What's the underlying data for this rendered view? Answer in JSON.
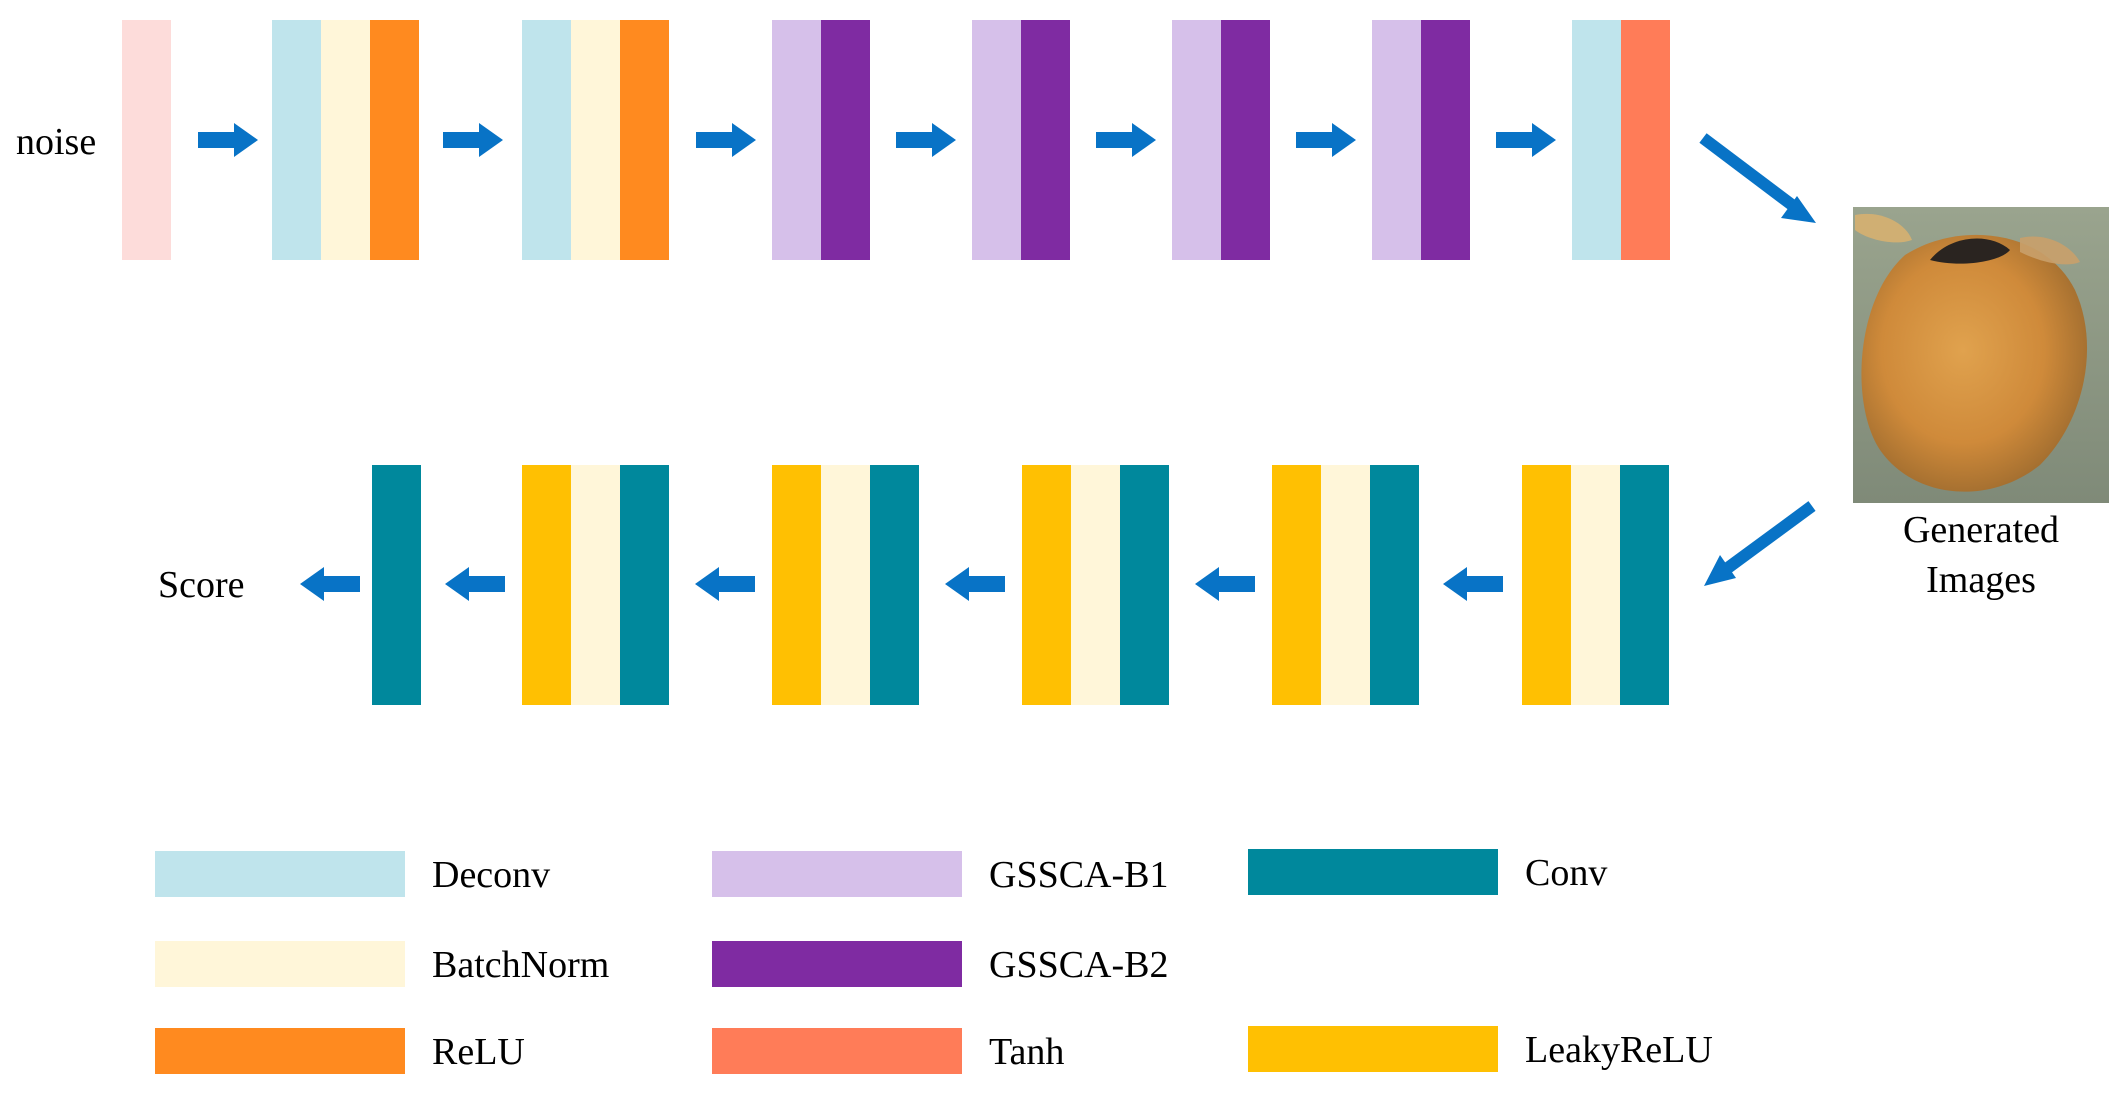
{
  "colors": {
    "noise": "#fddcda",
    "deconv": "#bfe4ec",
    "batchnorm": "#fff6d9",
    "relu": "#ff8a1f",
    "gssca_b1": "#d6c0ea",
    "gssca_b2": "#7f2ba2",
    "tanh": "#ff7c58",
    "conv": "#00889c",
    "leakyrelu": "#ffc002",
    "arrow": "#0873c6"
  },
  "generator": {
    "input_label": "noise",
    "blocks": [
      [
        "noise"
      ],
      [
        "deconv",
        "batchnorm",
        "relu"
      ],
      [
        "deconv",
        "batchnorm",
        "relu"
      ],
      [
        "gssca_b1",
        "gssca_b2"
      ],
      [
        "gssca_b1",
        "gssca_b2"
      ],
      [
        "gssca_b1",
        "gssca_b2"
      ],
      [
        "gssca_b1",
        "gssca_b2"
      ],
      [
        "deconv",
        "tanh"
      ]
    ]
  },
  "generated_images": {
    "label_line1": "Generated",
    "label_line2": "Images",
    "image_description": "photo-of-kernel"
  },
  "discriminator": {
    "output_label": "Score",
    "blocks": [
      [
        "conv"
      ],
      [
        "leakyrelu",
        "batchnorm",
        "conv"
      ],
      [
        "leakyrelu",
        "batchnorm",
        "conv"
      ],
      [
        "leakyrelu",
        "batchnorm",
        "conv"
      ],
      [
        "leakyrelu",
        "batchnorm",
        "conv"
      ],
      [
        "leakyrelu",
        "batchnorm",
        "conv"
      ]
    ]
  },
  "legend": [
    {
      "key": "deconv",
      "label": "Deconv"
    },
    {
      "key": "batchnorm",
      "label": "BatchNorm"
    },
    {
      "key": "relu",
      "label": "ReLU"
    },
    {
      "key": "gssca_b1",
      "label": "GSSCA-B1"
    },
    {
      "key": "gssca_b2",
      "label": "GSSCA-B2"
    },
    {
      "key": "tanh",
      "label": "Tanh"
    },
    {
      "key": "conv",
      "label": "Conv"
    },
    {
      "key": "leakyrelu",
      "label": "LeakyReLU"
    }
  ]
}
